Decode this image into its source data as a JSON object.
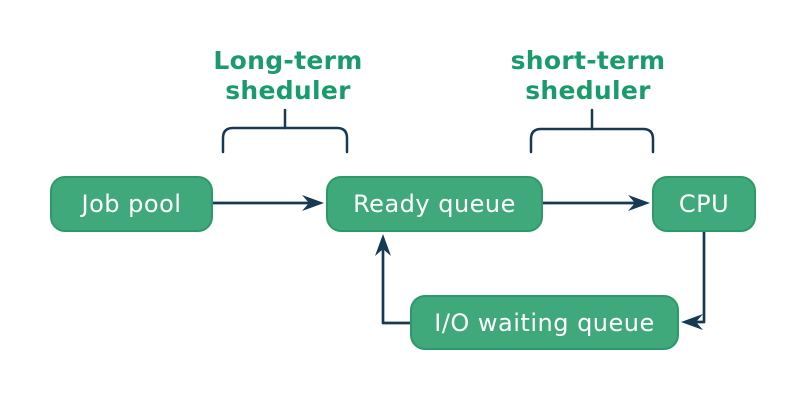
{
  "diagram": {
    "colors": {
      "background": "#ffffff",
      "box_fill": "#3FA97C",
      "box_border": "#2B9A68",
      "box_text": "#ffffff",
      "arrow": "#173A52",
      "label_text": "#199B6B"
    },
    "nodes": [
      {
        "id": "job-pool",
        "label": "Job pool"
      },
      {
        "id": "ready-queue",
        "label": "Ready queue"
      },
      {
        "id": "cpu",
        "label": "CPU"
      },
      {
        "id": "io-waiting-queue",
        "label": "I/O waiting queue"
      }
    ],
    "annotations": [
      {
        "id": "long-term-scheduler",
        "line1": "Long-term",
        "line2": "sheduler"
      },
      {
        "id": "short-term-scheduler",
        "line1": "short-term",
        "line2": "sheduler"
      }
    ],
    "edges": [
      {
        "from": "job-pool",
        "to": "ready-queue"
      },
      {
        "from": "ready-queue",
        "to": "cpu"
      },
      {
        "from": "cpu",
        "to": "io-waiting-queue"
      },
      {
        "from": "io-waiting-queue",
        "to": "ready-queue"
      }
    ]
  }
}
